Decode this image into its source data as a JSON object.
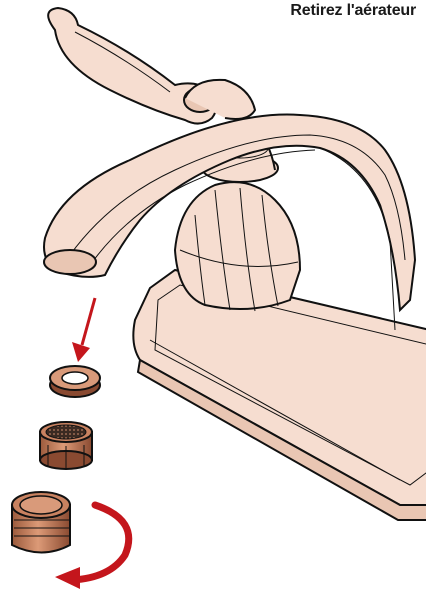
{
  "caption": {
    "text": "Retirez l'aérateur"
  },
  "palette": {
    "faucet_fill": "#f6ddd0",
    "faucet_shadow": "#e9c6b3",
    "outline": "#111111",
    "copper": "#c98260",
    "copper_dark": "#8a4a31",
    "arrow_red": "#c4161c",
    "washer_hole": "#ffffff"
  },
  "parts": [
    {
      "id": "washer",
      "icon": "washer-ring-icon"
    },
    {
      "id": "screen",
      "icon": "aerator-screen-icon"
    },
    {
      "id": "aerator",
      "icon": "aerator-housing-icon"
    }
  ],
  "arrows": [
    {
      "id": "down",
      "icon": "arrow-down-icon"
    },
    {
      "id": "rotate",
      "icon": "rotate-arrow-icon"
    }
  ]
}
